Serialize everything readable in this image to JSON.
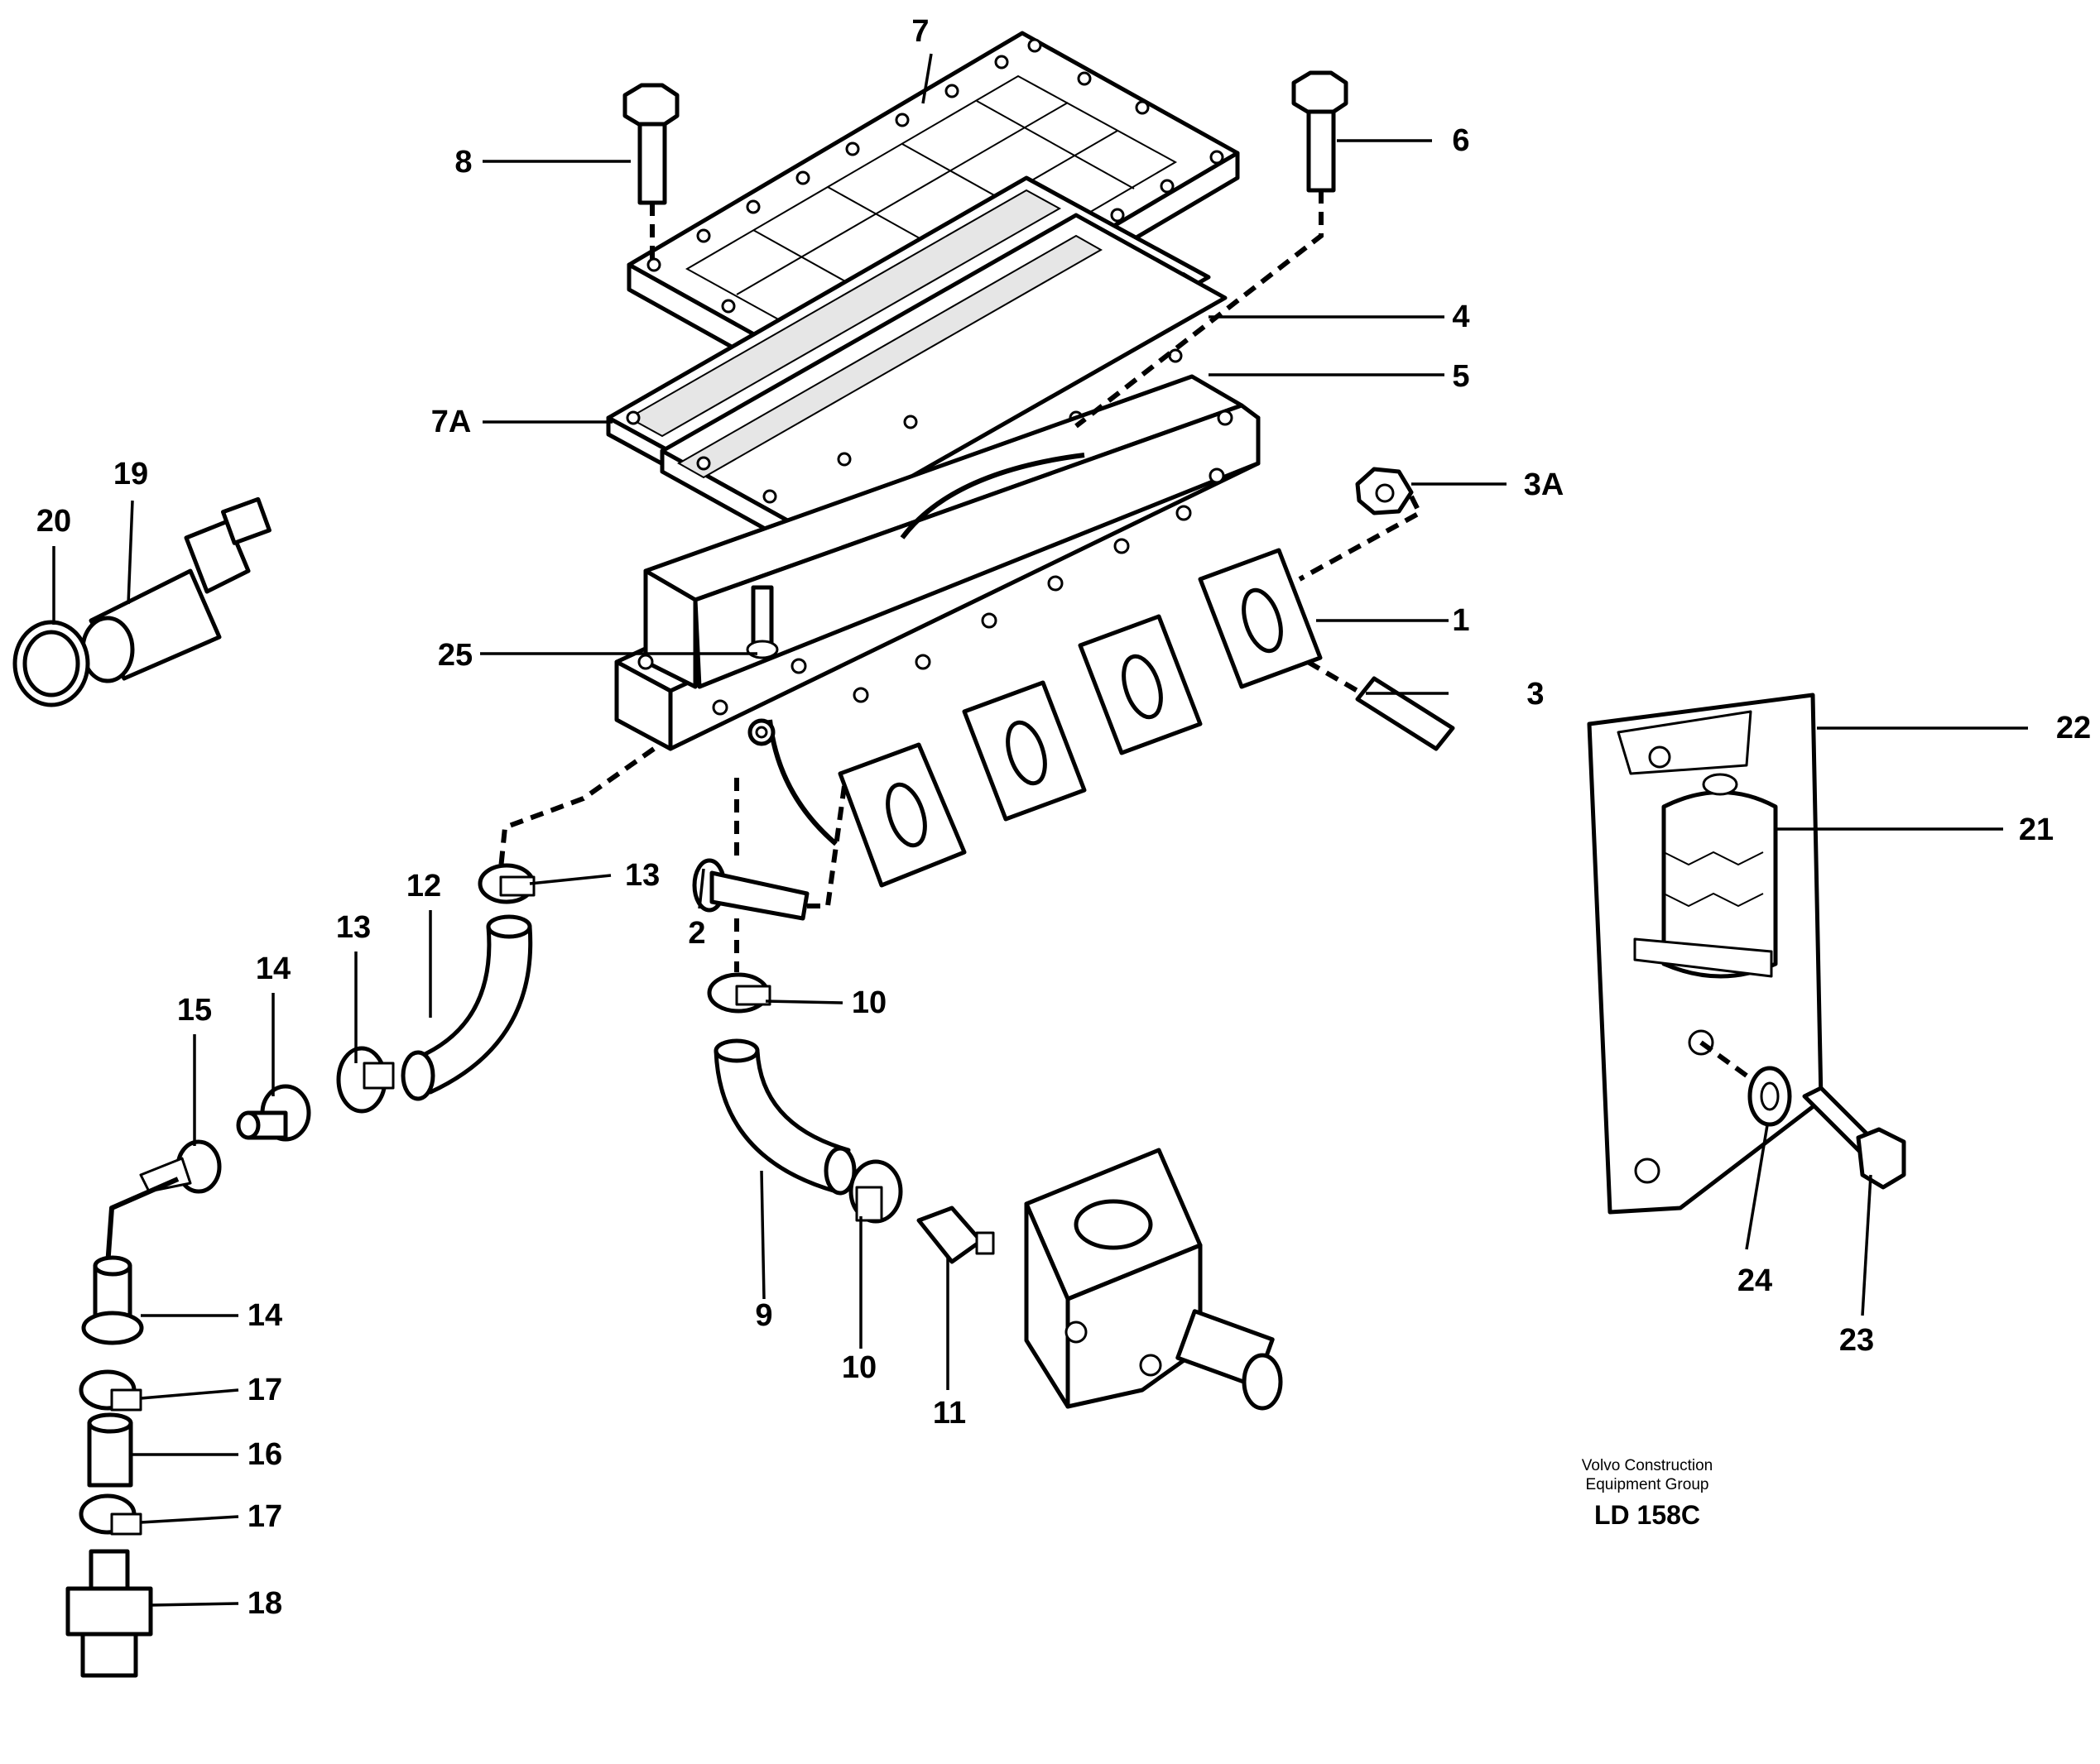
{
  "callouts": {
    "c1": "1",
    "c2": "2",
    "c3": "3",
    "c3a": "3A",
    "c4": "4",
    "c5": "5",
    "c6": "6",
    "c7": "7",
    "c7a": "7A",
    "c8": "8",
    "c9": "9",
    "c10a": "10",
    "c10b": "10",
    "c11": "11",
    "c12": "12",
    "c13a": "13",
    "c13b": "13",
    "c14a": "14",
    "c14b": "14",
    "c15": "15",
    "c16": "16",
    "c17a": "17",
    "c17b": "17",
    "c18": "18",
    "c19": "19",
    "c20": "20",
    "c21": "21",
    "c22": "22",
    "c23": "23",
    "c24": "24",
    "c25": "25"
  },
  "footer": {
    "company_line1": "Volvo Construction",
    "company_line2": "Equipment Group",
    "drawing_code": "LD 158C"
  }
}
